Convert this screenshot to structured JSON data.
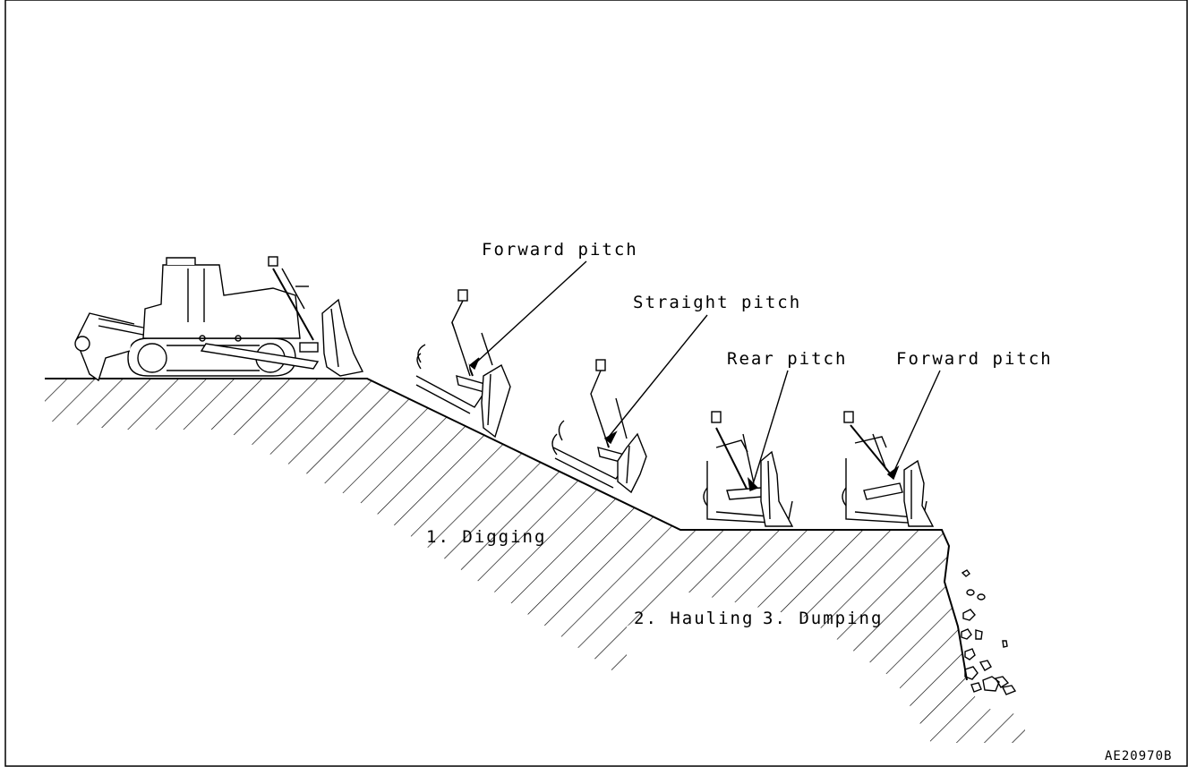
{
  "labels": {
    "forward_pitch_1": "Forward pitch",
    "straight_pitch": "Straight pitch",
    "rear_pitch": "Rear pitch",
    "forward_pitch_2": "Forward pitch",
    "digging": "1. Digging",
    "hauling": "2. Hauling",
    "dumping": "3. Dumping",
    "figure_code": "AE20970B"
  }
}
